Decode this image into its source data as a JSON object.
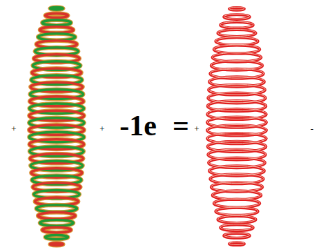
{
  "diagram": {
    "labels": [
      "+",
      "+",
      "-1e",
      "=",
      "+",
      "-"
    ]
  }
}
